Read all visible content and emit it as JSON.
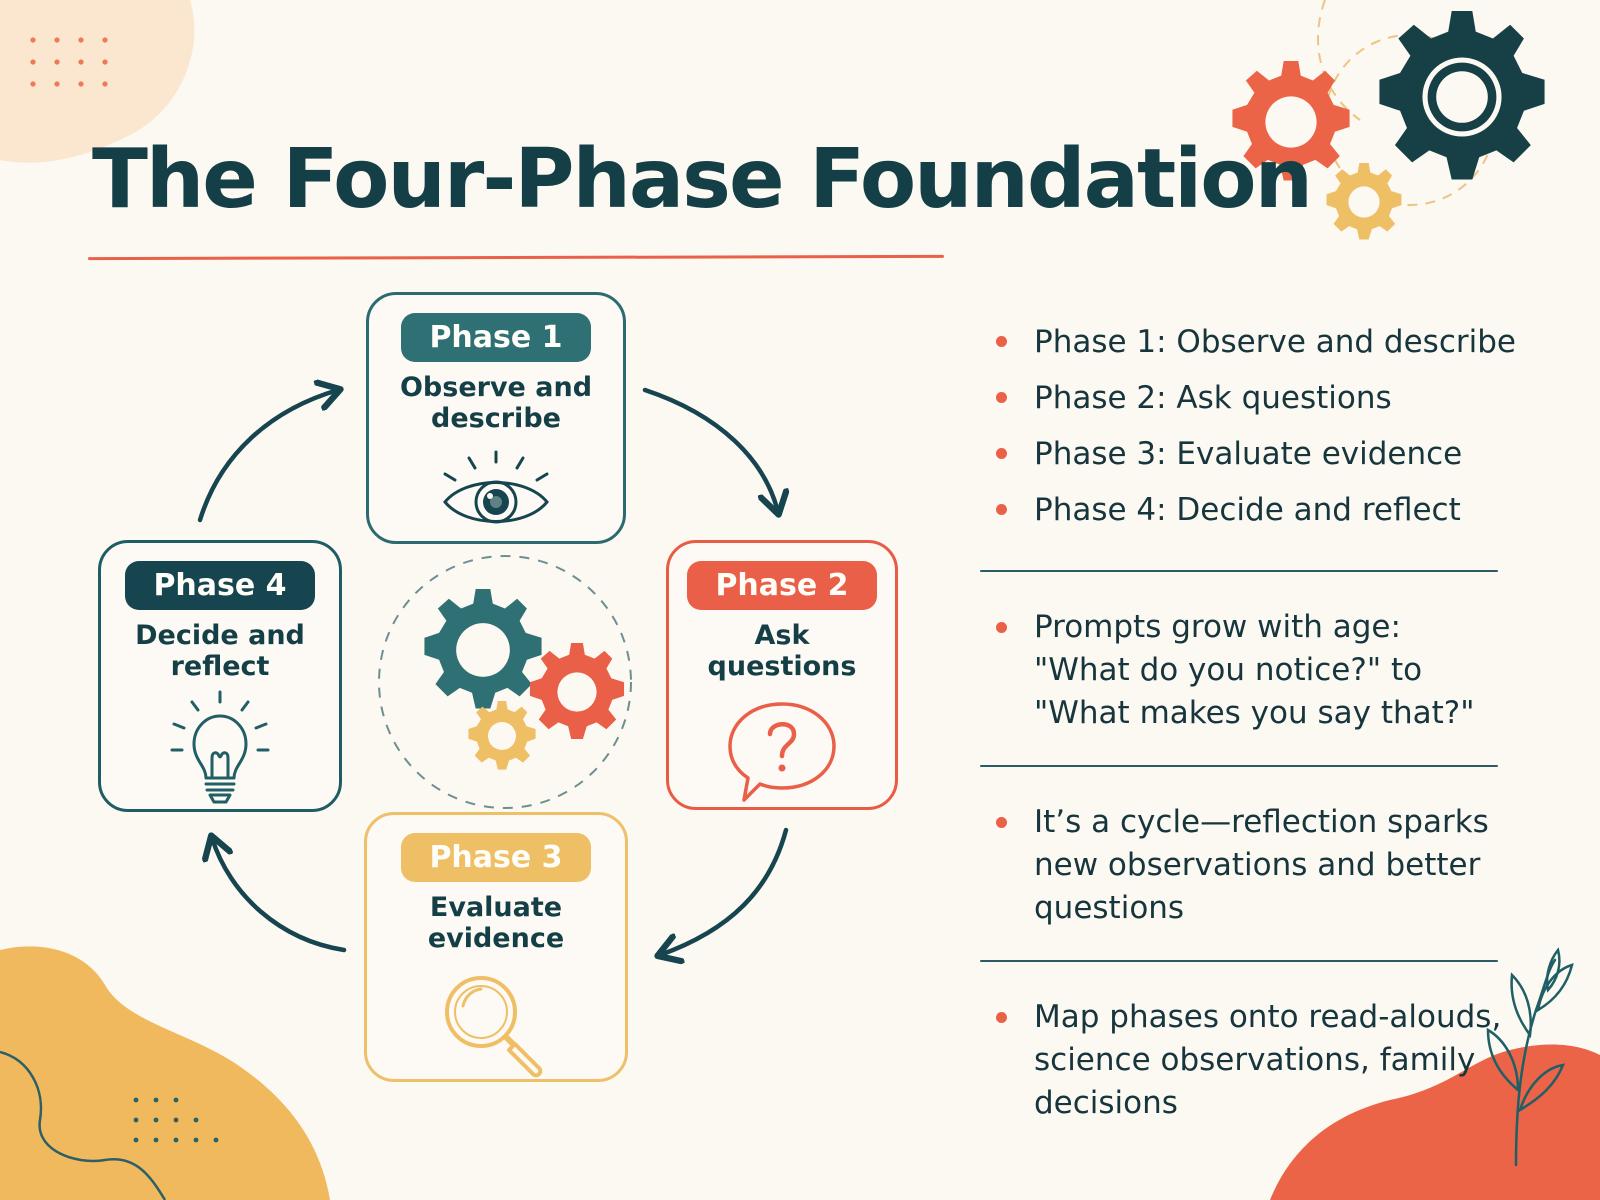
{
  "title": "The Four-Phase Foundation",
  "colors": {
    "dark_teal": "#143f47",
    "teal": "#2e7073",
    "coral": "#ea5f48",
    "mustard": "#efbf66",
    "background": "#fcf8f2"
  },
  "phases": [
    {
      "badge": "Phase 1",
      "label": "Observe and describe",
      "icon": "eye-icon",
      "color": "#2e7073"
    },
    {
      "badge": "Phase 2",
      "label": "Ask questions",
      "icon": "question-speech-bubble-icon",
      "color": "#ea5f48"
    },
    {
      "badge": "Phase 3",
      "label": "Evaluate evidence",
      "icon": "magnifying-glass-icon",
      "color": "#efbf66"
    },
    {
      "badge": "Phase 4",
      "label": "Decide and reflect",
      "icon": "lightbulb-icon",
      "color": "#17454f"
    }
  ],
  "center_icon": "gears-icon",
  "phase_list": [
    "Phase 1: Observe and describe",
    "Phase 2: Ask questions",
    "Phase 3: Evaluate evidence",
    "Phase 4: Decide and reflect"
  ],
  "notes": [
    [
      "Prompts grow with age:",
      "\"What do you notice?\" to",
      "\"What makes you say that?\""
    ],
    [
      "It’s a cycle—reflection sparks",
      "new observations and better",
      "questions"
    ],
    [
      "Map phases onto read-alouds,",
      "science observations, family",
      "decisions"
    ]
  ]
}
